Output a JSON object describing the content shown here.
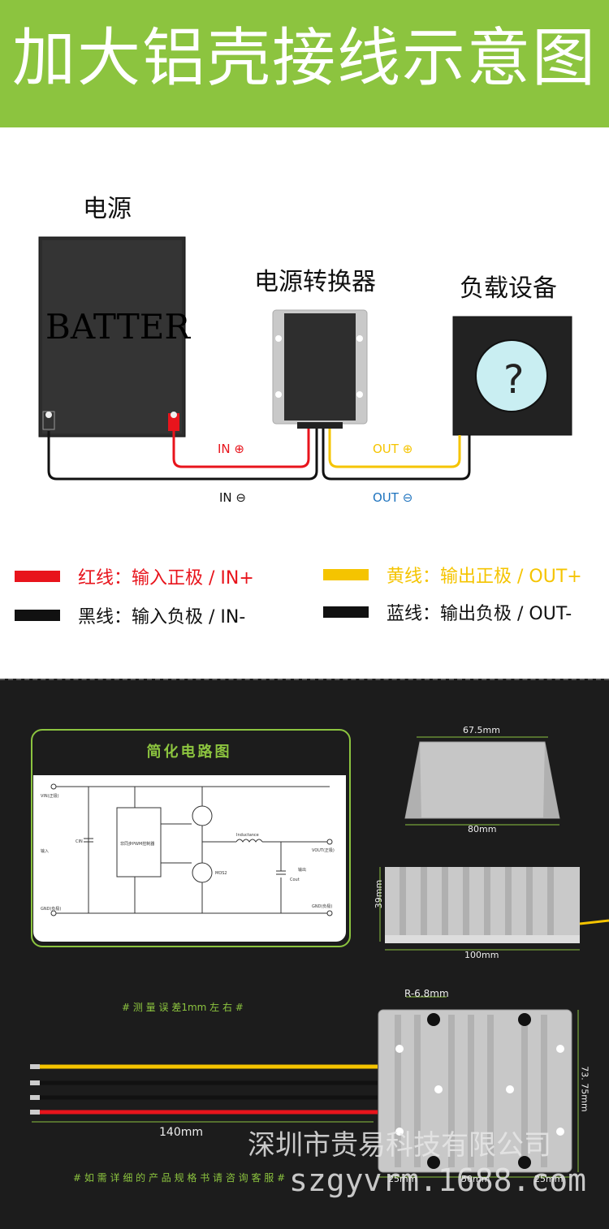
{
  "header": {
    "title": "加大铝壳接线示意图"
  },
  "diagram": {
    "power_label": "电源",
    "battery_text": "BATTER",
    "converter_label": "电源转换器",
    "load_label": "负载设备",
    "load_symbol": "?",
    "in_plus": "IN ⊕",
    "in_minus": "IN ⊖",
    "out_plus": "OUT ⊕",
    "out_minus": "OUT ⊖"
  },
  "legend": [
    {
      "text": "红线：输入正极 / IN+",
      "color": "#e8141c",
      "text_color": "#e8141c"
    },
    {
      "text": "黄线：输出正极 / OUT+",
      "color": "#f5c400",
      "text_color": "#f5c400"
    },
    {
      "text": "黑线：输入负极 / IN-",
      "color": "#111111",
      "text_color": "#111111"
    },
    {
      "text": "蓝线：输出负极 / OUT-",
      "color": "#111111",
      "text_color": "#111111"
    }
  ],
  "circuit": {
    "title": "简化电路图",
    "vin": "VIN(正极)",
    "in_label": "输入",
    "cin": "CIN",
    "controller": "非同步PWM控制器",
    "inductor": "Inductance",
    "mos2": "MOS2",
    "vout": "VOUT(正极)",
    "out_label": "输出",
    "cout": "Cout",
    "gnd_in": "GND(负极)",
    "gnd_out": "GND(负极)"
  },
  "dimensions": {
    "top_width": "67.5mm",
    "base_width": "80mm",
    "height": "39mm",
    "length": "100mm",
    "radius": "R-6.8mm",
    "side": "73. 75mm",
    "wire_length": "140mm",
    "seg1": "25mm",
    "seg2": "50mm",
    "seg3": "25mm"
  },
  "notes": {
    "error": "# 测 量 误 差1mm 左 右 #",
    "contact": "# 如 需 详 细  的 产 品 规 格 书 请 咨 询 客 服 #"
  },
  "watermark": {
    "company": "深圳市贵易科技有限公司",
    "url": "szgyvrm.1688.com"
  },
  "colors": {
    "accent": "#8cc43f",
    "red": "#e8141c",
    "yellow": "#f5c400",
    "blue": "#1e73be"
  }
}
